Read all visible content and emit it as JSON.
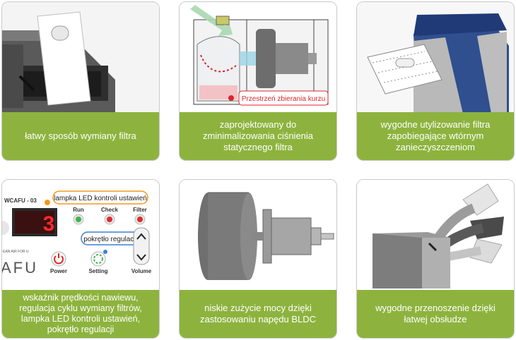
{
  "colors": {
    "accent_green": "#8db33e",
    "label_red": "#d9272e",
    "label_blue": "#3e7fd1",
    "led_orange": "#f29a1c"
  },
  "cards": [
    {
      "caption": "łatwy sposób wymiany filtra"
    },
    {
      "caption": "zaprojektowany do zminimalizowania ciśnienia statycznego filtra",
      "callout": "Przestrzeń zbierania kurzu"
    },
    {
      "caption": "wygodne utylizowanie filtra zapobiegające wtórnym zanieczyszczeniom"
    },
    {
      "caption": "wskaźnik prędkości nawiewu, regulacja cyklu wymiany filtrów, lampka LED kontroli ustawień, pokrętło regulacji",
      "panel": {
        "model": "WCAFU - 03",
        "digit": "3",
        "led_callout": "lampka LED kontroli ustawień",
        "knob_callout": "pokrętło regulacji",
        "led_labels": [
          "Run",
          "Check",
          "Filter"
        ],
        "brand_small": "EAN AIR FOR U",
        "brand": "AFU",
        "button_labels": [
          "Power",
          "Setting",
          "Volume"
        ]
      }
    },
    {
      "caption": "niskie zużycie mocy dzięki zastosowaniu napędu BLDC"
    },
    {
      "caption": "wygodne przenoszenie dzięki łatwej obsłudze"
    }
  ]
}
